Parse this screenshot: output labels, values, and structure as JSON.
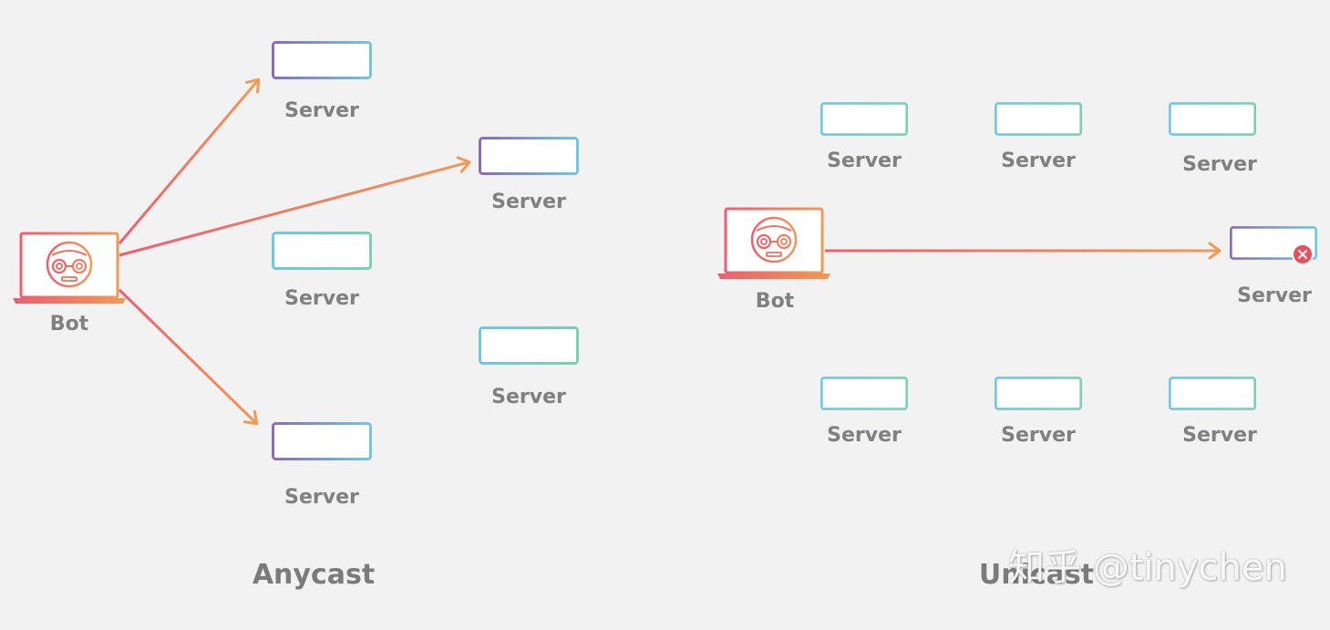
{
  "anycast": {
    "title": "Anycast",
    "bot_label": "Bot",
    "server_label": "Server"
  },
  "unicast": {
    "title": "Unicast",
    "bot_label": "Bot",
    "server_label": "Server"
  },
  "watermark": "知乎 @tinychen",
  "colors": {
    "background": "#f2f2f2",
    "label": "#808080",
    "arrow_start": "#ea5f72",
    "arrow_end": "#f09a55",
    "server_active_start": "#8a6bb8",
    "server_active_end": "#6fc7e0",
    "server_idle_start": "#6fc7e0",
    "server_idle_end": "#7ad0b0",
    "error_badge": "#e8505b"
  },
  "icons": {
    "bot": "robot-laptop-icon",
    "server": "server-icon",
    "error": "error-x-icon"
  }
}
